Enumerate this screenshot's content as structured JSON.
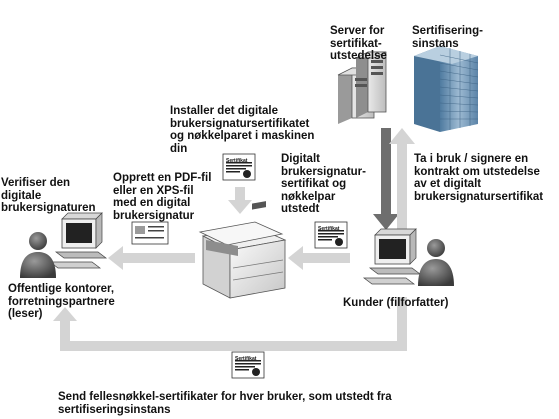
{
  "labels": {
    "server": "Server for\nsertifikat-\nutstedelse",
    "ca": "Sertifisering-\nsinstans",
    "install": "Installer det digitale\nbrukersignatursertifikatet\nog nøkkelparet i maskinen\ndin",
    "issued": "Digitalt\nbrukersignatur-\nsertifikat og\nnøkkelpar\nutstedt",
    "apply": "Ta i bruk / signere en\nkontrakt om utstedelse\nav et digitalt\nbrukersignatursertifikat",
    "verify": "Verifiser den\ndigitale\nbrukersignaturen",
    "create_pdf": "Opprett en PDF-fil\neller en XPS-fil\nmed en digital\nbrukersignatur",
    "offices": "Offentlige kontorer,\nforretningspartnere\n(leser)",
    "customer": "Kunder (filforfatter)",
    "send_certs": "Send fellesnøkkel-sertifikater for hver bruker, som utstedt fra\nsertifiseringsinstans"
  },
  "certificate_label": "Sertifikat",
  "colors": {
    "arrow_light": "#d4d4d4",
    "arrow_dark": "#6e6e6e",
    "building_blue": "#6f94b4"
  },
  "icons": {
    "server": "server-tower-icon",
    "ca": "office-building-icon",
    "device": "multifunction-printer-icon",
    "left_pc": "computer-workstation-icon",
    "right_pc": "computer-workstation-icon",
    "left_user": "person-icon",
    "right_user": "person-icon",
    "document": "signed-document-icon",
    "cert": "certificate-icon"
  }
}
